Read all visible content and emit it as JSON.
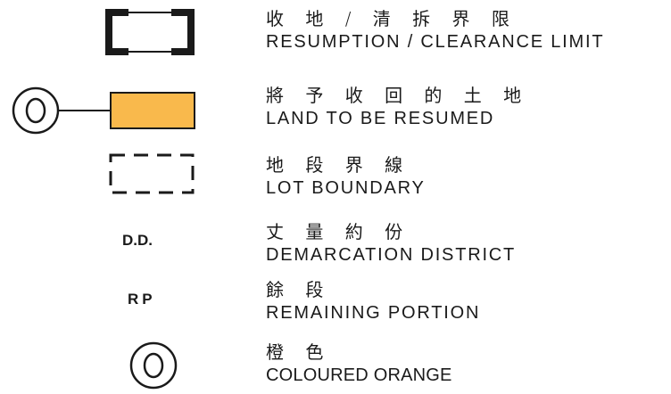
{
  "legend": {
    "items": [
      {
        "symbol": "thick-bracket-rectangle-icon",
        "label_zh": "收 地 / 清 拆 界 限",
        "label_en": "RESUMPTION / CLEARANCE LIMIT"
      },
      {
        "symbol": "orange-filled-rectangle-icon",
        "label_zh": "將 予 收 回 的 土 地",
        "label_en": "LAND TO BE RESUMED"
      },
      {
        "symbol": "dashed-rectangle-icon",
        "label_zh": "地 段 界 線",
        "label_en": "LOT BOUNDARY"
      },
      {
        "symbol_text": "D.D.",
        "label_zh": "丈 量 約 份",
        "label_en": "DEMARCATION DISTRICT"
      },
      {
        "symbol_text": "RP",
        "label_zh": "餘 段",
        "label_en": "REMAINING PORTION"
      },
      {
        "symbol": "circled-o-icon",
        "label_zh": "橙 色",
        "label_en": "COLOURED ORANGE"
      }
    ],
    "colors": {
      "orange_fill": "#F9B94C",
      "line": "#1a1a1a"
    }
  }
}
